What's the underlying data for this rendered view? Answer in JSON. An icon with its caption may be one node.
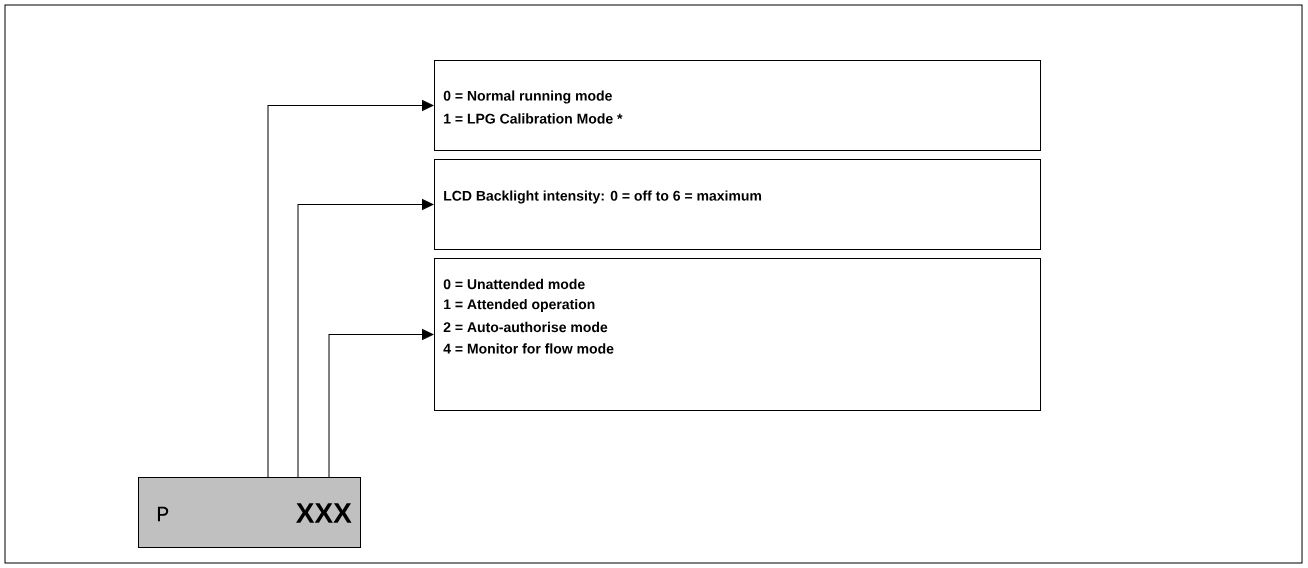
{
  "diagram": {
    "nodes": [
      {
        "text": [
          "P",
          "XXX"
        ]
      },
      {
        "text": [
          "0 = Normal running mode",
          "1 = LPG Calibration Mode *"
        ]
      },
      {
        "text": [
          "LCD Backlight intensity: 0 = off to 6 = maximum"
        ]
      },
      {
        "text": [
          "0 = Unattended mode",
          "1 = Attended operation",
          "2 = Auto-authorise mode",
          "4 = Monitor for flow mode"
        ]
      }
    ],
    "edges": [
      {
        "from": 0,
        "to": 1,
        "arrow": "to"
      },
      {
        "from": 0,
        "to": 2,
        "arrow": "to"
      },
      {
        "from": 0,
        "to": 3,
        "arrow": "to"
      }
    ]
  }
}
